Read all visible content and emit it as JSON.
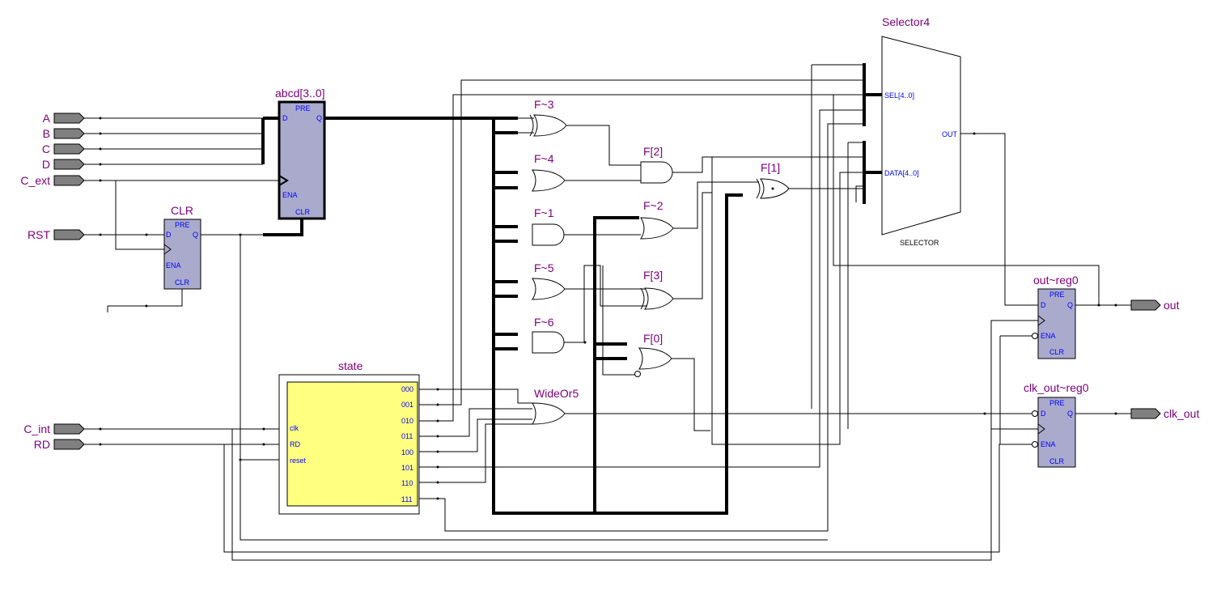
{
  "diagram": {
    "inputs": [
      {
        "id": "A",
        "label": "A"
      },
      {
        "id": "B",
        "label": "B"
      },
      {
        "id": "C",
        "label": "C"
      },
      {
        "id": "D",
        "label": "D"
      },
      {
        "id": "C_ext",
        "label": "C_ext"
      },
      {
        "id": "RST",
        "label": "RST"
      },
      {
        "id": "C_int",
        "label": "C_int"
      },
      {
        "id": "RD",
        "label": "RD"
      }
    ],
    "outputs": [
      {
        "id": "out",
        "label": "out"
      },
      {
        "id": "clk_out",
        "label": "clk_out"
      }
    ],
    "registers": {
      "abcd": {
        "title": "abcd[3..0]",
        "pre": "PRE",
        "d": "D",
        "q": "Q",
        "ena": "ENA",
        "clr": "CLR"
      },
      "clr_ff": {
        "title": "CLR",
        "pre": "PRE",
        "d": "D",
        "q": "Q",
        "ena": "ENA",
        "clr": "CLR"
      },
      "out_reg": {
        "title": "out~reg0",
        "pre": "PRE",
        "d": "D",
        "q": "Q",
        "ena": "ENA",
        "clr": "CLR"
      },
      "clk_out_reg": {
        "title": "clk_out~reg0",
        "pre": "PRE",
        "d": "D",
        "q": "Q",
        "ena": "ENA",
        "clr": "CLR"
      }
    },
    "gates": {
      "f3": "F~3",
      "f4": "F~4",
      "f1": "F~1",
      "f5": "F~5",
      "f6": "F~6",
      "f2_and": "F[2]",
      "f2_or": "F~2",
      "f3_xor": "F[3]",
      "f0": "F[0]",
      "f1_xor": "F[1]",
      "wideor5": "WideOr5"
    },
    "state": {
      "title": "state",
      "inputs": [
        "clk",
        "RD",
        "reset"
      ],
      "outputs": [
        "000",
        "001",
        "010",
        "011",
        "100",
        "101",
        "110",
        "111"
      ]
    },
    "selector": {
      "title": "Selector4",
      "sel": "SEL[4..0]",
      "data": "DATA[4..0]",
      "out": "OUT",
      "type": "SELECTOR"
    },
    "colors": {
      "label": "#800080",
      "pin_text": "#0000ff",
      "register_fill": "#aaaacc",
      "state_fill": "#ffff80",
      "io_pin": "#808080"
    }
  }
}
